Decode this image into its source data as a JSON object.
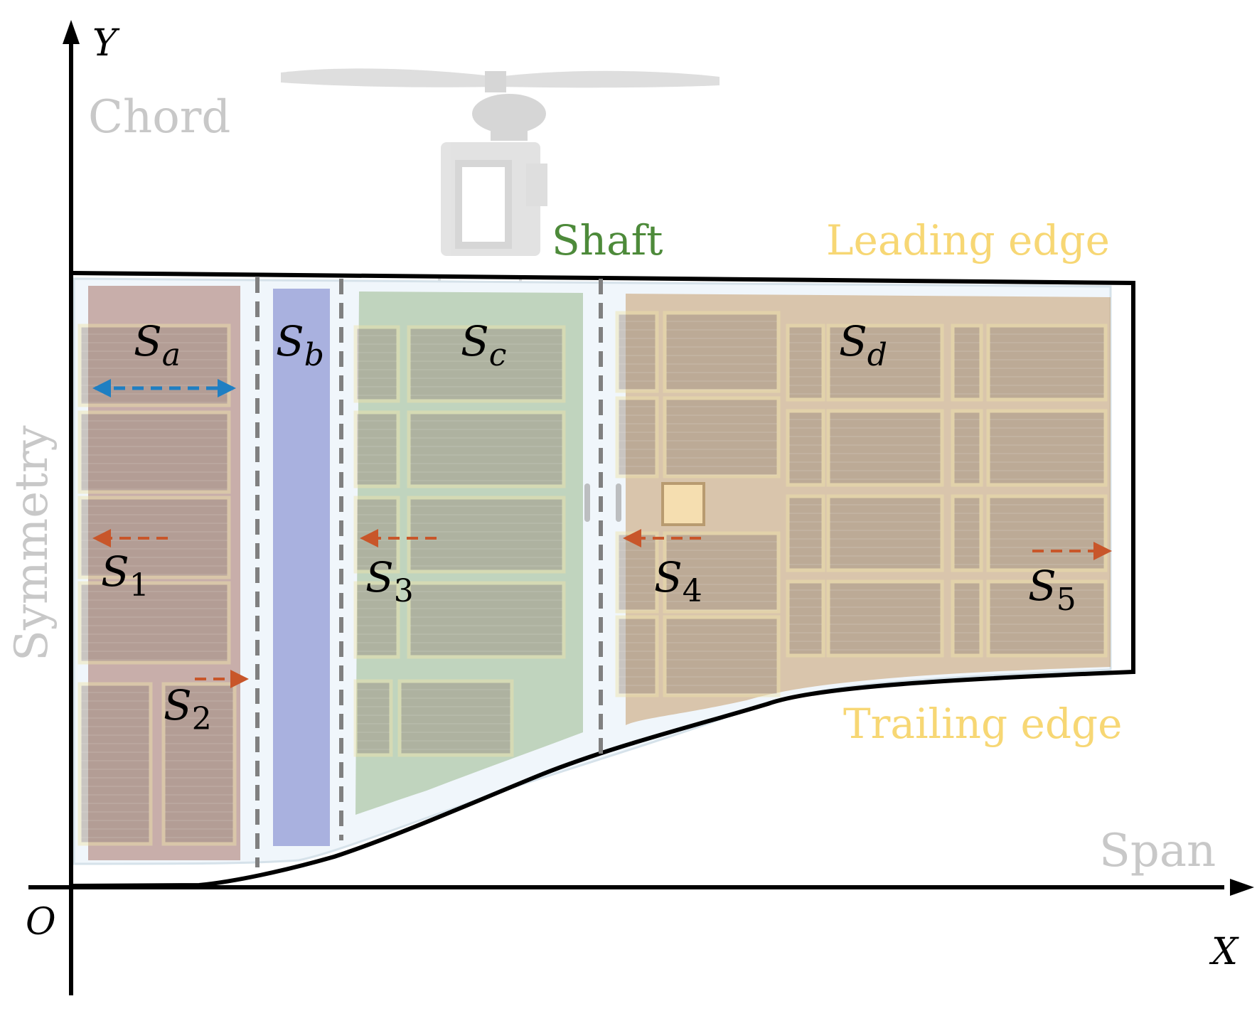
{
  "axes": {
    "x_label": "X",
    "y_label": "Y",
    "origin_label": "O"
  },
  "direction_labels": {
    "chord": "Chord",
    "span": "Span",
    "symmetry": "Symmetry"
  },
  "feature_labels": {
    "shaft": "Shaft",
    "leading_edge": "Leading edge",
    "trailing_edge": "Trailing edge"
  },
  "regions": [
    {
      "key": "a",
      "symbol": "S",
      "subscript": "a",
      "color": "#a0665a"
    },
    {
      "key": "b",
      "symbol": "S",
      "subscript": "b",
      "color": "#6f78c8"
    },
    {
      "key": "c",
      "symbol": "S",
      "subscript": "c",
      "color": "#7ea56a"
    },
    {
      "key": "d",
      "symbol": "S",
      "subscript": "d",
      "color": "#c69d6b"
    }
  ],
  "boundaries": [
    {
      "key": "1",
      "symbol": "S",
      "subscript": "1",
      "arrow": "left"
    },
    {
      "key": "2",
      "symbol": "S",
      "subscript": "2",
      "arrow": "right"
    },
    {
      "key": "3",
      "symbol": "S",
      "subscript": "3",
      "arrow": "left"
    },
    {
      "key": "4",
      "symbol": "S",
      "subscript": "4",
      "arrow": "left"
    },
    {
      "key": "5",
      "symbol": "S",
      "subscript": "5",
      "arrow": "right"
    }
  ],
  "colors": {
    "axis": "#000000",
    "outline": "#000000",
    "chord_text": "#c8c8c8",
    "span_text": "#c8c8c8",
    "symmetry_text": "#c8c8c8",
    "shaft_text": "#4d8a3a",
    "edge_text": "#f7d774",
    "boundary_arrow": "#c8562a",
    "width_arrow": "#1f7fc2",
    "divider": "#808080",
    "panel_fill": "#f0f6fb",
    "cell_fill": "#9a8a7c",
    "cell_line": "#efe3a8"
  }
}
